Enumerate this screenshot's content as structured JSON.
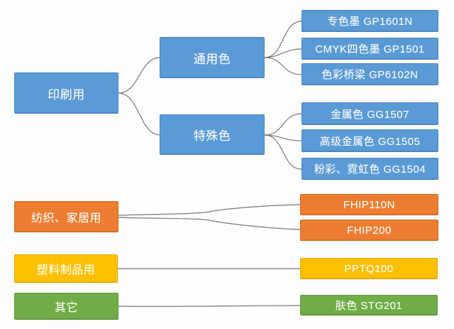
{
  "colors": {
    "blue": "#5B9BD5",
    "orange": "#ED7D31",
    "yellow": "#FFC000",
    "green": "#70AD47",
    "connector": "#777777",
    "text": "#FFFFFF"
  },
  "tree": [
    {
      "label": "印刷用",
      "children": [
        {
          "label": "通用色",
          "children": [
            {
              "label": "专色墨 GP1601N"
            },
            {
              "label": "CMYK四色墨 GP1501"
            },
            {
              "label": "色彩桥梁 GP6102N"
            }
          ]
        },
        {
          "label": "特殊色",
          "children": [
            {
              "label": "金属色 GG1507"
            },
            {
              "label": "高级金属色 GG1505"
            },
            {
              "label": "粉彩、霓虹色 GG1504"
            }
          ]
        }
      ]
    },
    {
      "label": "纺织、家居用",
      "children": [
        {
          "label": "FHIP110N"
        },
        {
          "label": "FHIP200"
        }
      ]
    },
    {
      "label": "塑料制品用",
      "children": [
        {
          "label": "PPTQ100"
        }
      ]
    },
    {
      "label": "其它",
      "children": [
        {
          "label": "肤色 STG201"
        }
      ]
    }
  ]
}
